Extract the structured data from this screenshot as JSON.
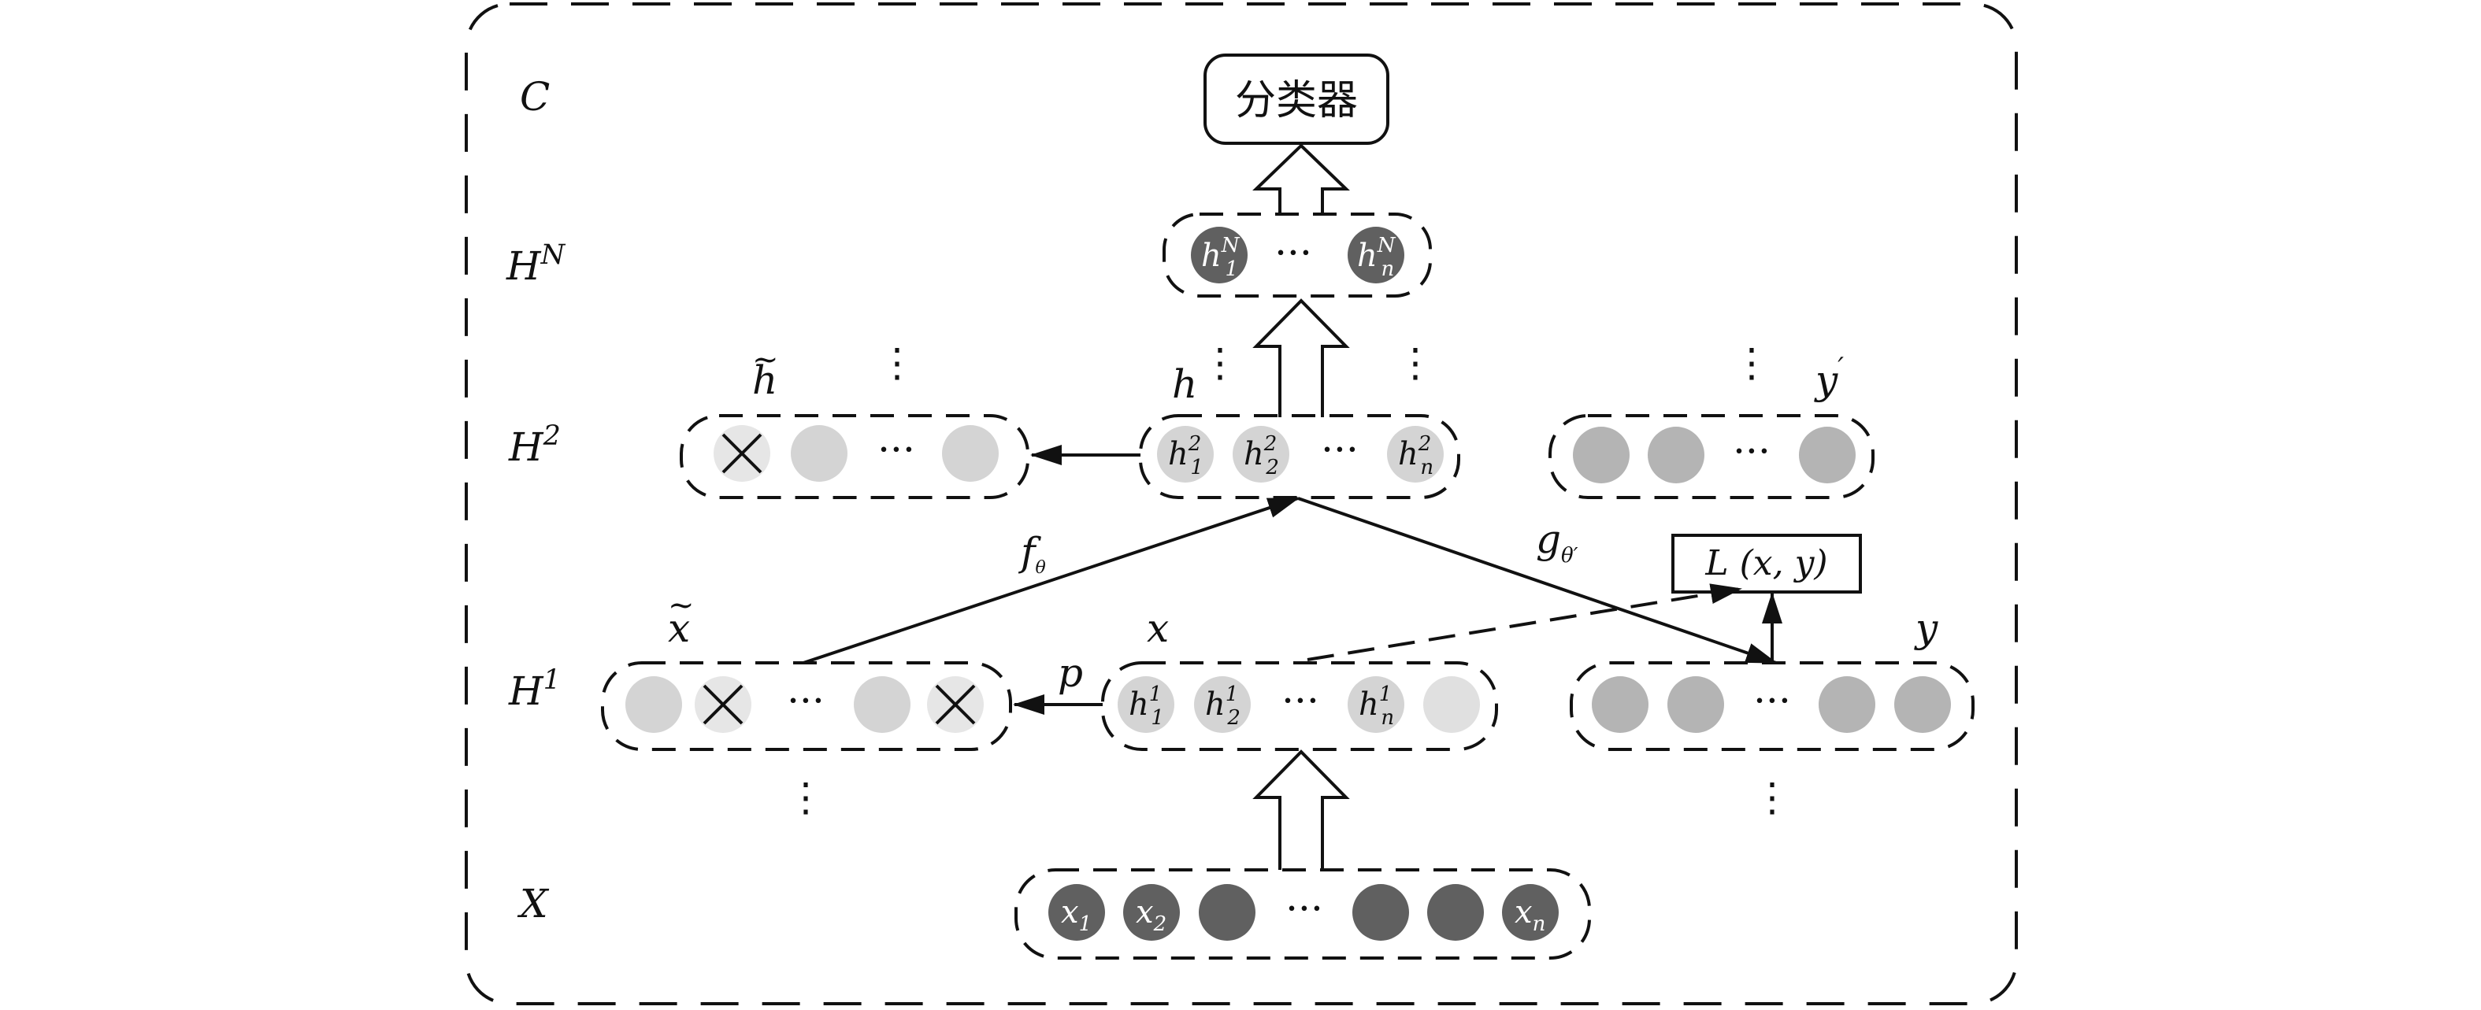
{
  "diagram": {
    "layers": {
      "C": "C",
      "HN_base": "H",
      "HN_sup": "N",
      "H2_base": "H",
      "H2_sup": "2",
      "H1_base": "H",
      "H1_sup": "1",
      "X": "X"
    },
    "classifier_label": "分类器",
    "loss_label": "L (x, y)",
    "vector_labels": {
      "h_tilde": "h",
      "h": "h",
      "y_prime": "y",
      "x_tilde": "x",
      "x": "x",
      "y": "y"
    },
    "edge_labels": {
      "f_base": "f",
      "f_sub": "θ",
      "g_base": "g",
      "g_sub": "θ′",
      "p": "p"
    },
    "ellipsis": "···",
    "vdots": "⋮",
    "node_text": {
      "hN": [
        "h",
        "h"
      ],
      "hN_sub": [
        "1",
        "n"
      ],
      "hN_sup": [
        "N",
        "N"
      ],
      "h2": [
        "h",
        "h",
        "h"
      ],
      "h2_sub": [
        "1",
        "2",
        "n"
      ],
      "h2_sup": [
        "2",
        "2",
        "2"
      ],
      "h1": [
        "h",
        "h",
        "h"
      ],
      "h1_sub": [
        "1",
        "2",
        "n"
      ],
      "h1_sup": [
        "1",
        "1",
        "1"
      ],
      "x": [
        "x",
        "x",
        "x"
      ],
      "x_sub": [
        "1",
        "2",
        "n"
      ]
    },
    "colors": {
      "dark_node": "#606060",
      "light_node": "#d4d4d4",
      "mid_node": "#b4b4b4",
      "faint_node": "#e6e6e6",
      "stroke": "#111111"
    }
  }
}
